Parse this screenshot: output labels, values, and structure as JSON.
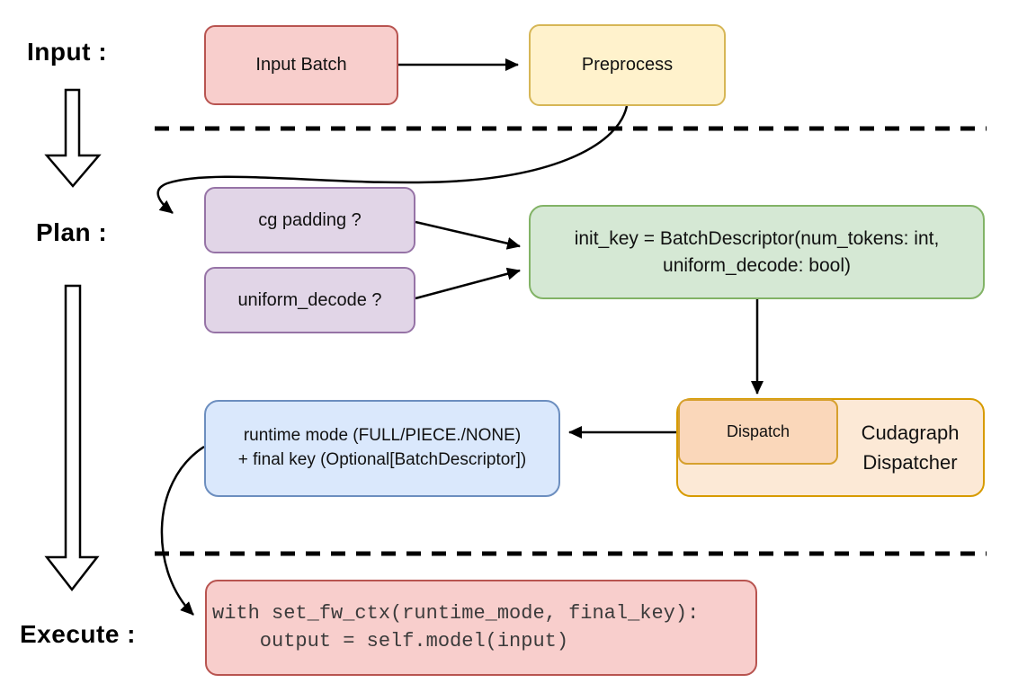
{
  "diagram": {
    "title_semantics": "cudagraph dispatch flow",
    "stages": {
      "input_label": "Input :",
      "plan_label": "Plan :",
      "execute_label": "Execute :"
    },
    "nodes": {
      "input_batch": {
        "label": "Input Batch"
      },
      "preprocess": {
        "label": "Preprocess"
      },
      "cg_padding": {
        "label": "cg padding ?"
      },
      "uniform_decode": {
        "label": "uniform_decode ?"
      },
      "init_key": {
        "line1": "init_key = BatchDescriptor(num_tokens: int,",
        "line2": "uniform_decode: bool)"
      },
      "runtime_mode": {
        "line1": "runtime mode (FULL/PIECE./NONE)",
        "line2": "+ final key (Optional[BatchDescriptor])"
      },
      "dispatch": {
        "label": "Dispatch"
      },
      "cudagraph_dispatcher": {
        "label": "Cudagraph Dispatcher"
      },
      "execute_code": {
        "line1": "with set_fw_ctx(runtime_mode, final_key):",
        "line2": "    output = self.model(input)"
      }
    },
    "colors": {
      "pink_fill": "#F8CECC",
      "pink_border": "#B85450",
      "yellow_fill": "#FFF2CC",
      "yellow_border": "#D6B656",
      "purple_fill": "#E1D5E7",
      "purple_border": "#9673A6",
      "green_fill": "#D5E8D4",
      "green_border": "#82B366",
      "blue_fill": "#DAE8FC",
      "blue_border": "#6C8EBF",
      "orange_fill": "#FCE9D6",
      "orange_border": "#D79B00",
      "peach_fill": "#FAD7BA",
      "connector": "#000000",
      "background": "#FFFFFF"
    }
  }
}
